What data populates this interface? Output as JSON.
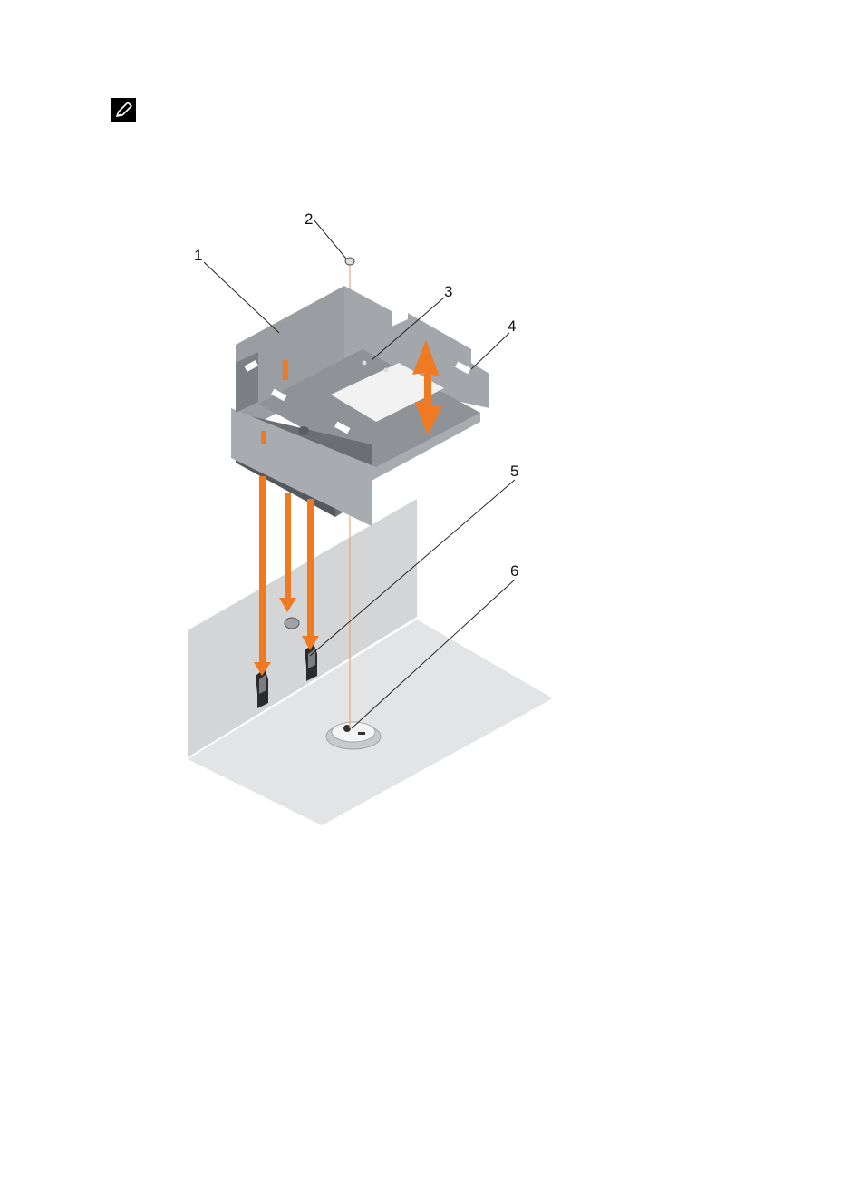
{
  "icons": {
    "note": "note-pencil-icon"
  },
  "figure": {
    "callouts": [
      {
        "id": "c1",
        "label": "1"
      },
      {
        "id": "c2",
        "label": "2"
      },
      {
        "id": "c3",
        "label": "3"
      },
      {
        "id": "c4",
        "label": "4"
      },
      {
        "id": "c5",
        "label": "5"
      },
      {
        "id": "c6",
        "label": "6"
      }
    ]
  },
  "colors": {
    "arrow": "#ef7a22",
    "bracket": "#8e9296",
    "bracket_dark": "#5f6367",
    "panel": "#d6d7d9",
    "floor": "#e4e5e7"
  }
}
